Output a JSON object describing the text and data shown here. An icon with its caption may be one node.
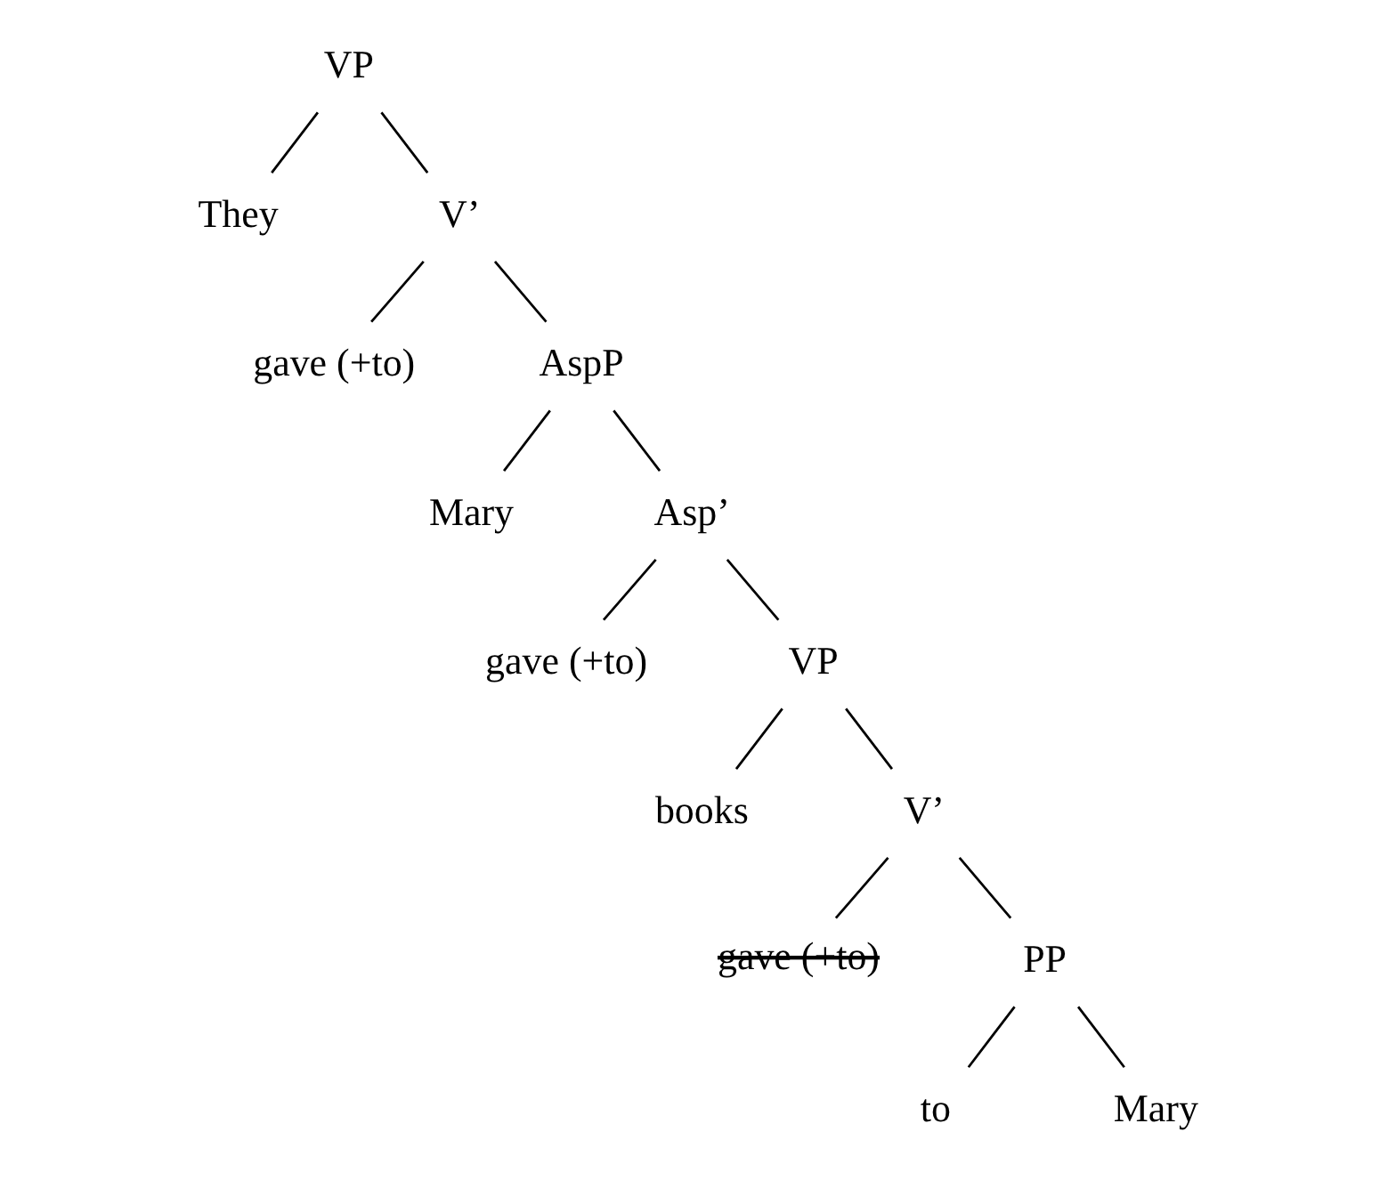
{
  "diagram": {
    "nodes": [
      {
        "text": [
          "VP"
        ]
      },
      {
        "text": [
          "They"
        ]
      },
      {
        "text": [
          "V’"
        ]
      },
      {
        "text": [
          "gave (+to)"
        ]
      },
      {
        "text": [
          "AspP"
        ]
      },
      {
        "text": [
          "Mary"
        ]
      },
      {
        "text": [
          "Asp’"
        ]
      },
      {
        "text": [
          "gave (+to)"
        ]
      },
      {
        "text": [
          "VP"
        ]
      },
      {
        "text": [
          "books"
        ]
      },
      {
        "text": [
          "V’"
        ]
      },
      {
        "text": [
          "gave (+to)"
        ]
      },
      {
        "text": [
          "PP"
        ]
      },
      {
        "text": [
          "to"
        ]
      },
      {
        "text": [
          "Mary"
        ]
      }
    ],
    "edges": [
      {
        "from": 0,
        "to": 1,
        "arrow": "none"
      },
      {
        "from": 0,
        "to": 2,
        "arrow": "none"
      },
      {
        "from": 2,
        "to": 3,
        "arrow": "none"
      },
      {
        "from": 2,
        "to": 4,
        "arrow": "none"
      },
      {
        "from": 4,
        "to": 5,
        "arrow": "none"
      },
      {
        "from": 4,
        "to": 6,
        "arrow": "none"
      },
      {
        "from": 6,
        "to": 7,
        "arrow": "none"
      },
      {
        "from": 6,
        "to": 8,
        "arrow": "none"
      },
      {
        "from": 8,
        "to": 9,
        "arrow": "none"
      },
      {
        "from": 8,
        "to": 10,
        "arrow": "none"
      },
      {
        "from": 10,
        "to": 11,
        "arrow": "none"
      },
      {
        "from": 10,
        "to": 12,
        "arrow": "none"
      },
      {
        "from": 12,
        "to": 13,
        "arrow": "none"
      },
      {
        "from": 12,
        "to": 14,
        "arrow": "none"
      }
    ]
  }
}
